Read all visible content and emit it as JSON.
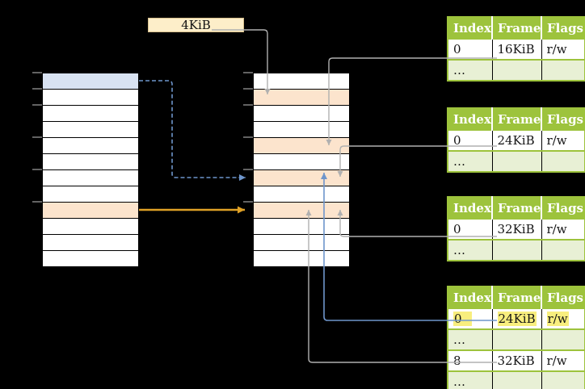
{
  "diagram": {
    "page_size_label": "4KiB",
    "frame_tables": [
      {
        "headers": [
          "Index",
          "Frame",
          "Flags"
        ],
        "rows": [
          {
            "index": "0",
            "frame": "16KiB",
            "flags": "r/w"
          },
          {
            "index": "…",
            "frame": "",
            "flags": ""
          }
        ]
      },
      {
        "headers": [
          "Index",
          "Frame",
          "Flags"
        ],
        "rows": [
          {
            "index": "0",
            "frame": "24KiB",
            "flags": "r/w"
          },
          {
            "index": "…",
            "frame": "",
            "flags": ""
          }
        ]
      },
      {
        "headers": [
          "Index",
          "Frame",
          "Flags"
        ],
        "rows": [
          {
            "index": "0",
            "frame": "32KiB",
            "flags": "r/w"
          },
          {
            "index": "…",
            "frame": "",
            "flags": ""
          }
        ]
      },
      {
        "headers": [
          "Index",
          "Frame",
          "Flags"
        ],
        "rows": [
          {
            "index": "0",
            "frame": "24KiB",
            "flags": "r/w"
          },
          {
            "index": "…",
            "frame": "",
            "flags": ""
          },
          {
            "index": "8",
            "frame": "32KiB",
            "flags": "r/w"
          },
          {
            "index": "…",
            "frame": "",
            "flags": ""
          }
        ]
      }
    ],
    "colors": {
      "table_header_green": "#9DC33C",
      "table_alt_row_green": "#E8F0D5",
      "frame_row_orange": "#FCE4CD",
      "virtual_row_blue": "#D8E2F2",
      "page_size_box_cream": "#FDEEC9",
      "highlight_yellow": "#F8EE7E",
      "arrow_gray": "#B0B0B0",
      "arrow_blue": "#6E95CB",
      "arrow_orange": "#DFA126"
    }
  }
}
